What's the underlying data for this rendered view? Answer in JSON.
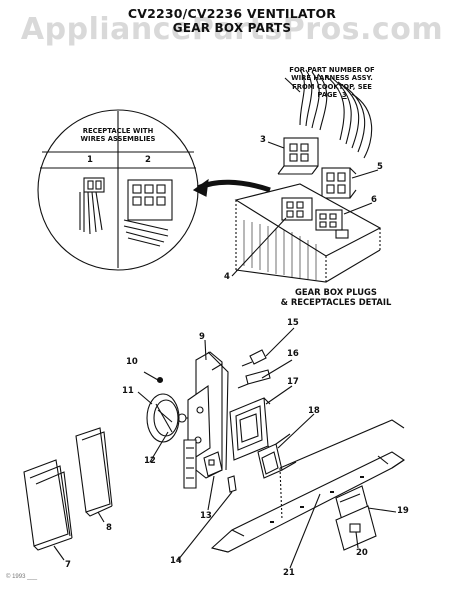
{
  "title": {
    "line1": "CV2230/CV2236 VENTILATOR",
    "line2": "GEAR BOX PARTS"
  },
  "watermark": "AppliancePartsPros.com",
  "wire_harness_note": [
    "FOR PART NUMBER OF",
    "WIRE HARNESS ASSY.",
    "FROM COOKTOP, SEE",
    "PAGE"
  ],
  "wire_harness_page": "3",
  "inset": {
    "heading": [
      "RECEPTACLE WITH",
      "WIRES ASSEMBLIES"
    ],
    "col1": "1",
    "col2": "2"
  },
  "detail_caption": [
    "GEAR BOX PLUGS",
    "& RECEPTACLES DETAIL"
  ],
  "callouts": {
    "c3": "3",
    "c4": "4",
    "c5": "5",
    "c6": "6",
    "c7": "7",
    "c8": "8",
    "c9": "9",
    "c10": "10",
    "c11": "11",
    "c12": "12",
    "c13": "13",
    "c14": "14",
    "c15": "15",
    "c16": "16",
    "c17": "17",
    "c18": "18",
    "c19": "19",
    "c20": "20",
    "c21": "21"
  },
  "copyright": "© 1993 ___"
}
